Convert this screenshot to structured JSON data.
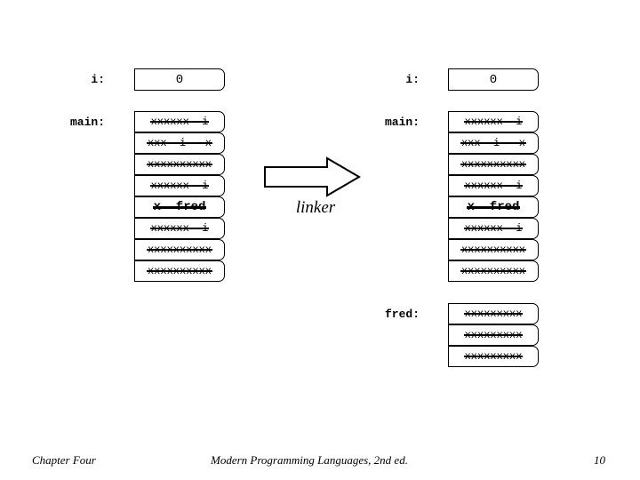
{
  "slide": {
    "chapter": "Chapter Four",
    "book_title": "Modern Programming Languages, 2nd ed.",
    "page_number": "10",
    "transform_caption": "linker",
    "arrow_icon": "right-arrow-icon"
  },
  "before": {
    "variable": {
      "label": "i:",
      "value": "0"
    },
    "module": {
      "label": "main:",
      "rows": [
        {
          "text": "xxxxxx  i",
          "bold": false,
          "struck": true
        },
        {
          "text": "xxx  i   x",
          "bold": false,
          "struck": true
        },
        {
          "text": "xxxxxxxxxx",
          "bold": false,
          "struck": true
        },
        {
          "text": "xxxxxx  i",
          "bold": false,
          "struck": true
        },
        {
          "text": "x  fred",
          "bold": true,
          "struck": true
        },
        {
          "text": "xxxxxx  i",
          "bold": false,
          "struck": true
        },
        {
          "text": "xxxxxxxxxx",
          "bold": false,
          "struck": true
        },
        {
          "text": "xxxxxxxxxx",
          "bold": false,
          "struck": true
        }
      ]
    }
  },
  "after": {
    "variable": {
      "label": "i:",
      "value": "0"
    },
    "modules": [
      {
        "label": "main:",
        "rows": [
          {
            "text": "xxxxxx  i",
            "bold": false,
            "struck": true
          },
          {
            "text": "xxx  i   x",
            "bold": false,
            "struck": true
          },
          {
            "text": "xxxxxxxxxx",
            "bold": false,
            "struck": true
          },
          {
            "text": "xxxxxx  i",
            "bold": false,
            "struck": true
          },
          {
            "text": "x  fred",
            "bold": true,
            "struck": true
          },
          {
            "text": "xxxxxx  i",
            "bold": false,
            "struck": true
          },
          {
            "text": "xxxxxxxxxx",
            "bold": false,
            "struck": true
          },
          {
            "text": "xxxxxxxxxx",
            "bold": false,
            "struck": true
          }
        ]
      },
      {
        "label": "fred:",
        "rows": [
          {
            "text": "xxxxxxxxx",
            "bold": false,
            "struck": true
          },
          {
            "text": "xxxxxxxxx",
            "bold": false,
            "struck": true
          },
          {
            "text": "xxxxxxxxx",
            "bold": false,
            "struck": true
          }
        ]
      }
    ]
  },
  "colors": {
    "ink": "#000000",
    "paper": "#ffffff"
  }
}
